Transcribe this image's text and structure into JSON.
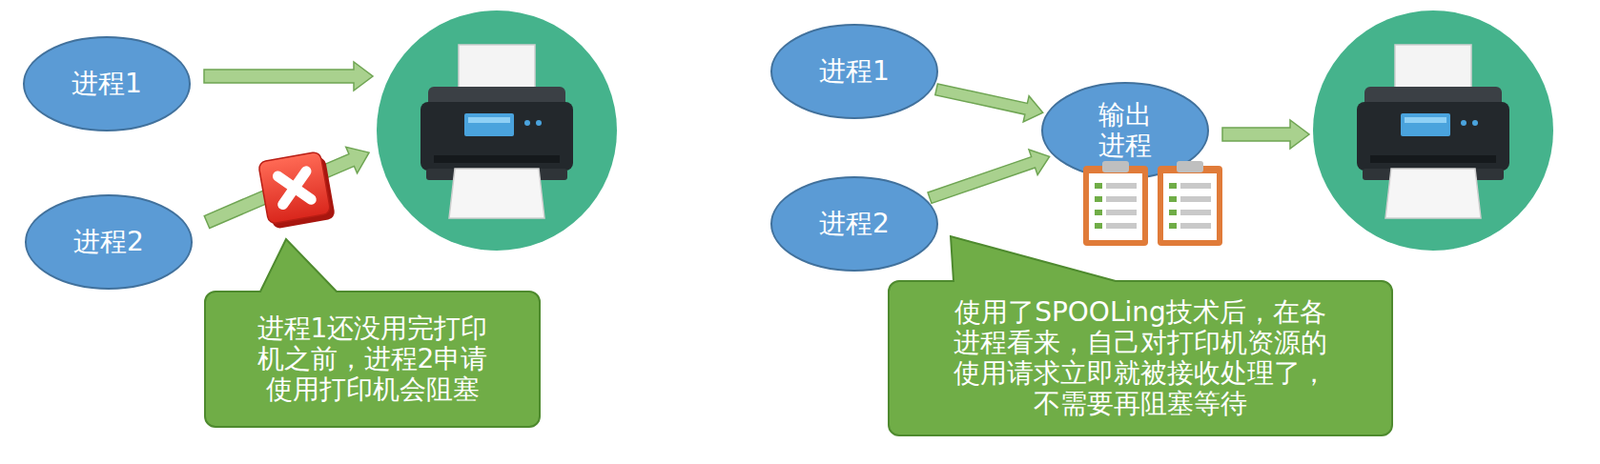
{
  "diagram": {
    "nodes": [
      {
        "text": [
          "进程1"
        ]
      },
      {
        "text": [
          "进程2"
        ]
      },
      {
        "text": [
          "进程1还没用完打印机之前，进程2申请使用打印机会阻塞"
        ]
      },
      {
        "text": [
          "进程1"
        ]
      },
      {
        "text": [
          "输出进程"
        ]
      },
      {
        "text": [
          "进程2"
        ]
      },
      {
        "text": [
          "使用了SPOOLing技术后，在各进程看来，自己对打印机资源的使用请求立即就被接收处理了，不需要再阻塞等待"
        ]
      }
    ],
    "edges": [
      {
        "from": 3,
        "to": 4,
        "arrow": "to"
      },
      {
        "from": 5,
        "to": 4,
        "arrow": "to"
      }
    ]
  }
}
